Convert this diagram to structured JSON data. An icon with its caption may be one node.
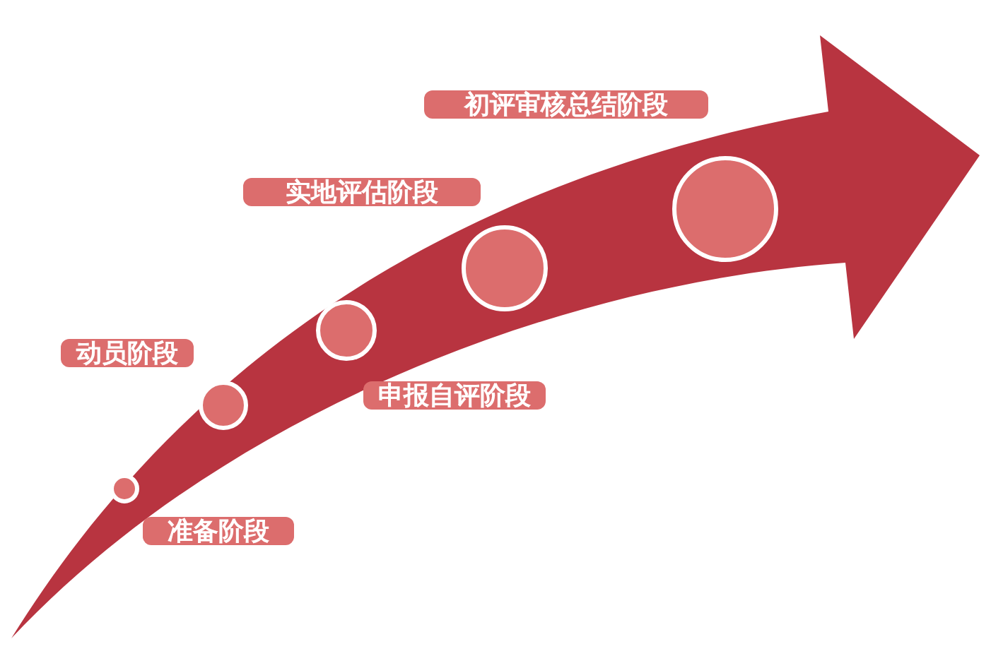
{
  "diagram": {
    "nodes": [
      {
        "text": [
          "准备阶段"
        ]
      },
      {
        "text": [
          "动员阶段"
        ]
      },
      {
        "text": [
          "申报自评阶段"
        ]
      },
      {
        "text": [
          "实地评估阶段"
        ]
      },
      {
        "text": [
          "初评审核总结阶段"
        ]
      },
      {
        "text": [],
        "shape": "circle"
      },
      {
        "text": [],
        "shape": "circle"
      },
      {
        "text": [],
        "shape": "circle"
      },
      {
        "text": [],
        "shape": "circle"
      },
      {
        "text": [],
        "shape": "circle"
      }
    ]
  }
}
